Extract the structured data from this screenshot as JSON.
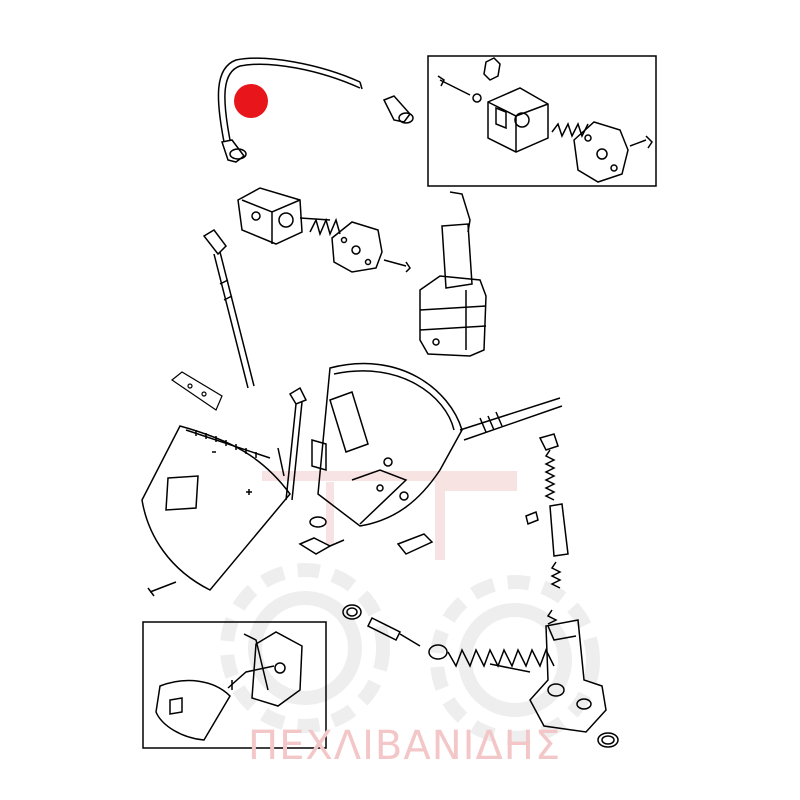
{
  "diagram": {
    "line_color": "#000000",
    "background": "#ffffff",
    "watermark": {
      "text": "ΠΕΧΛΙΒΑΝΙΔΗΣ",
      "color": "#f3c7c7",
      "logo_icon": "tractor-logo-icon",
      "gear_icon": "gear-icon"
    },
    "marker": {
      "color": "#e8161b",
      "icon": "red-dot-marker"
    },
    "parts": [
      "control-cable",
      "cable-end-fitting",
      "grease-nipple",
      "valve-body",
      "spring",
      "valve-cover-plate",
      "long-bolt",
      "short-bolt",
      "dipstick",
      "lift-control-shaft",
      "quadrant-cover",
      "quadrant-plate",
      "control-rod",
      "rod-spring",
      "lever-bracket",
      "hex-screw",
      "nut-washer",
      "seal-ring",
      "inset-quadrant"
    ]
  }
}
